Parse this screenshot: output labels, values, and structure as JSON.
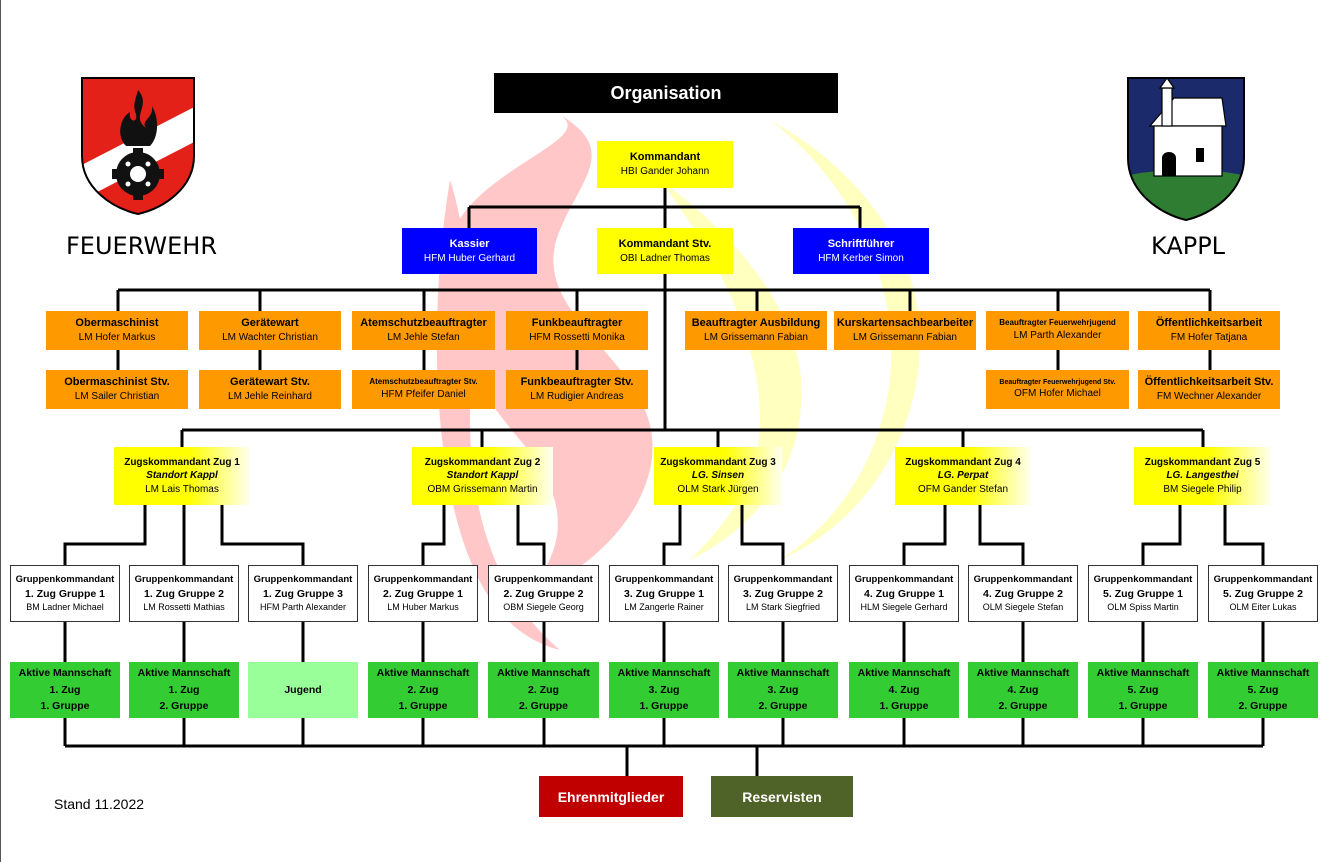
{
  "title": "Organisation",
  "logos": {
    "left_label": "FEUERWEHR",
    "right_label": "KAPPL"
  },
  "stand": "Stand 11.2022",
  "commander": {
    "role": "Kommandant",
    "name": "HBI Gander Johann"
  },
  "level2": {
    "kassier": {
      "role": "Kassier",
      "name": "HFM Huber Gerhard"
    },
    "stv": {
      "role": "Kommandant Stv.",
      "name": "OBI Ladner Thomas"
    },
    "schrift": {
      "role": "Schriftführer",
      "name": "HFM Kerber Simon"
    }
  },
  "officers": [
    {
      "role": "Obermaschinist",
      "name": "LM Hofer Markus"
    },
    {
      "role": "Gerätewart",
      "name": "LM Wachter Christian"
    },
    {
      "role": "Atemschutzbeauftragter",
      "name": "LM Jehle Stefan"
    },
    {
      "role": "Funkbeauftragter",
      "name": "HFM Rossetti Monika"
    },
    {
      "role": "Beauftragter Ausbildung",
      "name": "LM Grissemann Fabian"
    },
    {
      "role": "Kurskartensachbearbeiter",
      "name": "LM Grissemann Fabian"
    },
    {
      "role": "Beauftragter Feuerwehrjugend",
      "name": "LM Parth Alexander"
    },
    {
      "role": "Öffentlichkeitsarbeit",
      "name": "FM Hofer Tatjana"
    }
  ],
  "deputies": [
    {
      "role": "Obermaschinist Stv.",
      "name": "LM Sailer Christian"
    },
    {
      "role": "Gerätewart Stv.",
      "name": "LM Jehle Reinhard"
    },
    {
      "role": "Atemschutzbeauftragter Stv.",
      "name": "HFM Pfeifer Daniel"
    },
    {
      "role": "Funkbeauftragter Stv.",
      "name": "LM Rudigier Andreas"
    },
    {
      "role": "Beauftragter Feuerwehrjugend Stv.",
      "name": "OFM Hofer Michael"
    },
    {
      "role": "Öffentlichkeitsarbeit Stv.",
      "name": "FM Wechner Alexander"
    }
  ],
  "zuege": [
    {
      "role": "Zugskommandant Zug 1",
      "location": "Standort Kappl",
      "name": "LM Lais Thomas"
    },
    {
      "role": "Zugskommandant Zug 2",
      "location": "Standort Kappl",
      "name": "OBM Grissemann Martin"
    },
    {
      "role": "Zugskommandant Zug 3",
      "location": "LG. Sinsen",
      "name": "OLM Stark Jürgen"
    },
    {
      "role": "Zugskommandant Zug 4",
      "location": "LG. Perpat",
      "name": "OFM Gander Stefan"
    },
    {
      "role": "Zugskommandant Zug 5",
      "location": "LG. Langesthei",
      "name": "BM Siegele Philip"
    }
  ],
  "gruppen": [
    {
      "role": "Gruppenkommandant",
      "group": "1. Zug Gruppe 1",
      "name": "BM Ladner Michael"
    },
    {
      "role": "Gruppenkommandant",
      "group": "1. Zug Gruppe 2",
      "name": "LM Rossetti Mathias"
    },
    {
      "role": "Gruppenkommandant",
      "group": "1. Zug Gruppe 3",
      "name": "HFM Parth Alexander"
    },
    {
      "role": "Gruppenkommandant",
      "group": "2. Zug Gruppe 1",
      "name": "LM Huber Markus"
    },
    {
      "role": "Gruppenkommandant",
      "group": "2. Zug Gruppe 2",
      "name": "OBM Siegele Georg"
    },
    {
      "role": "Gruppenkommandant",
      "group": "3. Zug Gruppe 1",
      "name": "LM Zangerle Rainer"
    },
    {
      "role": "Gruppenkommandant",
      "group": "3. Zug Gruppe 2",
      "name": "LM Stark Siegfried"
    },
    {
      "role": "Gruppenkommandant",
      "group": "4. Zug Gruppe 1",
      "name": "HLM Siegele Gerhard"
    },
    {
      "role": "Gruppenkommandant",
      "group": "4. Zug Gruppe 2",
      "name": "OLM Siegele Stefan"
    },
    {
      "role": "Gruppenkommandant",
      "group": "5. Zug Gruppe 1",
      "name": "OLM Spiss Martin"
    },
    {
      "role": "Gruppenkommandant",
      "group": "5. Zug Gruppe 2",
      "name": "OLM Eiter Lukas"
    }
  ],
  "mannschaft": [
    {
      "l1": "Aktive Mannschaft",
      "l2": "1. Zug",
      "l3": "1. Gruppe"
    },
    {
      "l1": "Aktive Mannschaft",
      "l2": "1. Zug",
      "l3": "2. Gruppe"
    },
    {
      "l1": "Jugend",
      "l2": "",
      "l3": ""
    },
    {
      "l1": "Aktive Mannschaft",
      "l2": "2. Zug",
      "l3": "1. Gruppe"
    },
    {
      "l1": "Aktive Mannschaft",
      "l2": "2. Zug",
      "l3": "2. Gruppe"
    },
    {
      "l1": "Aktive Mannschaft",
      "l2": "3. Zug",
      "l3": "1. Gruppe"
    },
    {
      "l1": "Aktive Mannschaft",
      "l2": "3. Zug",
      "l3": "2. Gruppe"
    },
    {
      "l1": "Aktive Mannschaft",
      "l2": "4. Zug",
      "l3": "1. Gruppe"
    },
    {
      "l1": "Aktive Mannschaft",
      "l2": "4. Zug",
      "l3": "2. Gruppe"
    },
    {
      "l1": "Aktive Mannschaft",
      "l2": "5. Zug",
      "l3": "1. Gruppe"
    },
    {
      "l1": "Aktive Mannschaft",
      "l2": "5. Zug",
      "l3": "2. Gruppe"
    }
  ],
  "bottom": {
    "ehren": "Ehrenmitglieder",
    "reserv": "Reservisten"
  },
  "colors": {
    "yellow": "#ffff00",
    "blue": "#0000ff",
    "orange": "#ff9900",
    "green": "#33cc33",
    "lightgreen": "#99ff99",
    "red": "#c00000",
    "olive": "#4f6228"
  }
}
